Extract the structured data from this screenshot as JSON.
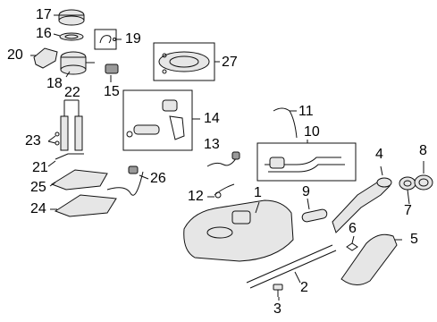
{
  "callouts": [
    {
      "id": "c17",
      "text": "17"
    },
    {
      "id": "c16",
      "text": "16"
    },
    {
      "id": "c19",
      "text": "19"
    },
    {
      "id": "c20",
      "text": "20"
    },
    {
      "id": "c18",
      "text": "18"
    },
    {
      "id": "c15",
      "text": "15"
    },
    {
      "id": "c27",
      "text": "27"
    },
    {
      "id": "c22",
      "text": "22"
    },
    {
      "id": "c14",
      "text": "14"
    },
    {
      "id": "c11",
      "text": "11"
    },
    {
      "id": "c10",
      "text": "10"
    },
    {
      "id": "c23",
      "text": "23"
    },
    {
      "id": "c21",
      "text": "21"
    },
    {
      "id": "c13",
      "text": "13"
    },
    {
      "id": "c8",
      "text": "8"
    },
    {
      "id": "c4",
      "text": "4"
    },
    {
      "id": "c25",
      "text": "25"
    },
    {
      "id": "c26",
      "text": "26"
    },
    {
      "id": "c12",
      "text": "12"
    },
    {
      "id": "c1",
      "text": "1"
    },
    {
      "id": "c9",
      "text": "9"
    },
    {
      "id": "c7",
      "text": "7"
    },
    {
      "id": "c24",
      "text": "24"
    },
    {
      "id": "c6",
      "text": "6"
    },
    {
      "id": "c5",
      "text": "5"
    },
    {
      "id": "c2",
      "text": "2"
    },
    {
      "id": "c3",
      "text": "3"
    }
  ]
}
